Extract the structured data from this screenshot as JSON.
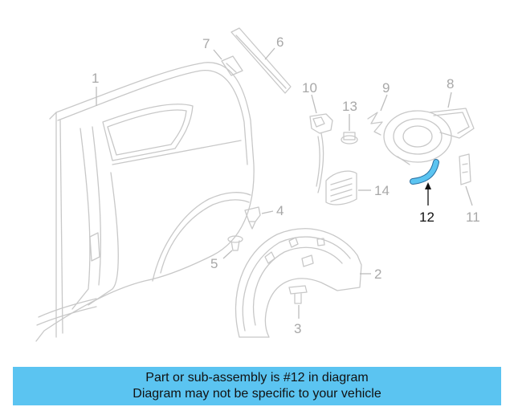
{
  "diagram": {
    "callouts": [
      {
        "id": "1",
        "label": "1"
      },
      {
        "id": "2",
        "label": "2"
      },
      {
        "id": "3",
        "label": "3"
      },
      {
        "id": "4",
        "label": "4"
      },
      {
        "id": "5",
        "label": "5"
      },
      {
        "id": "6",
        "label": "6"
      },
      {
        "id": "7",
        "label": "7"
      },
      {
        "id": "8",
        "label": "8"
      },
      {
        "id": "9",
        "label": "9"
      },
      {
        "id": "10",
        "label": "10"
      },
      {
        "id": "11",
        "label": "11"
      },
      {
        "id": "12",
        "label": "12"
      },
      {
        "id": "13",
        "label": "13"
      },
      {
        "id": "14",
        "label": "14"
      }
    ],
    "highlighted_part": "12",
    "colors": {
      "line_art": "#c8c8c8",
      "highlight": "#5bc4f1",
      "banner": "#5bc4f1",
      "active_label": "#111111",
      "inactive_label": "#a8a8a8"
    }
  },
  "banner": {
    "line1": "Part or sub-assembly is #12 in diagram",
    "line2": "Diagram may not be specific to your vehicle"
  }
}
